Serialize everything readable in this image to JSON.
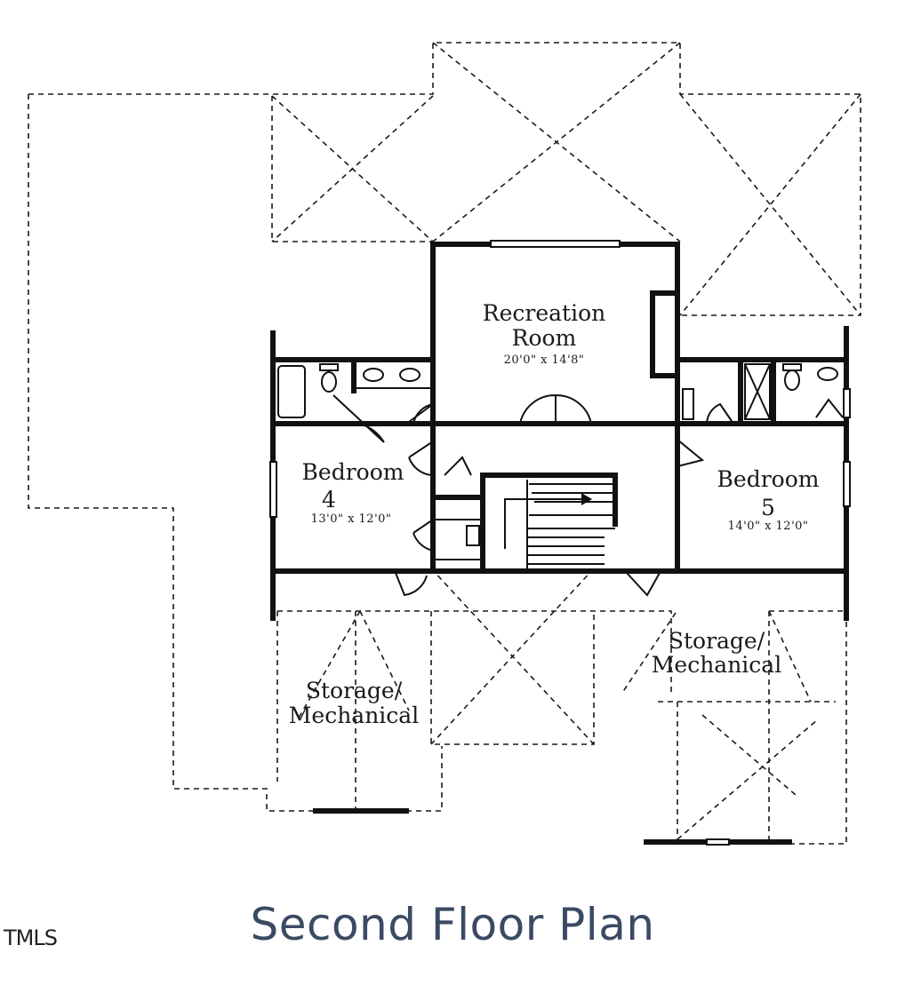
{
  "plan": {
    "title": "Second Floor Plan",
    "watermark": "TMLS",
    "rooms": {
      "recreation": {
        "name_line1": "Recreation",
        "name_line2": "Room",
        "dims": "20'0\" x 14'8\""
      },
      "bedroom4": {
        "name_line1": "Bedroom",
        "name_line2": "4",
        "dims": "13'0\" x 12'0\""
      },
      "bedroom5": {
        "name_line1": "Bedroom",
        "name_line2": "5",
        "dims": "14'0\" x 12'0\""
      },
      "storage_left": {
        "name_line1": "Storage/",
        "name_line2": "Mechanical"
      },
      "storage_right": {
        "name_line1": "Storage/",
        "name_line2": "Mechanical"
      }
    }
  }
}
